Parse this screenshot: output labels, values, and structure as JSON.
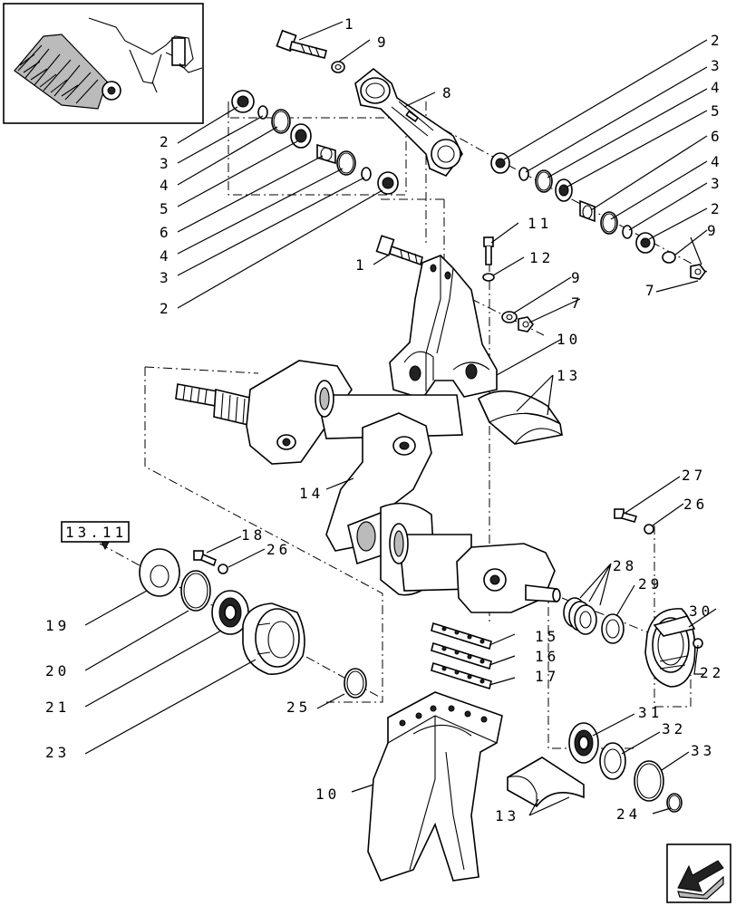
{
  "diagram": {
    "reference_box": "13.11",
    "labels": {
      "l1_top": "1",
      "l9_top": "9",
      "l8": "8",
      "lr2a": "2",
      "lr3a": "3",
      "lr4a": "4",
      "lr5": "5",
      "lr6": "6",
      "lr4b": "4",
      "lr3b": "3",
      "lr2b": "2",
      "lr9": "9",
      "lr7": "7",
      "ll2a": "2",
      "ll3a": "3",
      "ll4a": "4",
      "ll5": "5",
      "ll6": "6",
      "ll4b": "4",
      "ll3b": "3",
      "ll2b": "2",
      "l11": "11",
      "l12": "12",
      "l1_mid": "1",
      "l9_mid": "9",
      "l7_mid": "7",
      "l10_top": "10",
      "l13_top": "13",
      "l14": "14",
      "l27": "27",
      "l26_r": "26",
      "l18": "18",
      "l26_l": "26",
      "l28": "28",
      "l29": "29",
      "l30": "30",
      "l22": "22",
      "l19": "19",
      "l20": "20",
      "l21": "21",
      "l23": "23",
      "l25": "25",
      "l15": "15",
      "l16": "16",
      "l17": "17",
      "l31": "31",
      "l32": "32",
      "l33": "33",
      "l24": "24",
      "l10_bot": "10",
      "l13_bot": "13"
    }
  },
  "icons": {
    "thumbnail": "machine-thumbnail-icon",
    "navigation": "next-page-arrow-icon"
  }
}
